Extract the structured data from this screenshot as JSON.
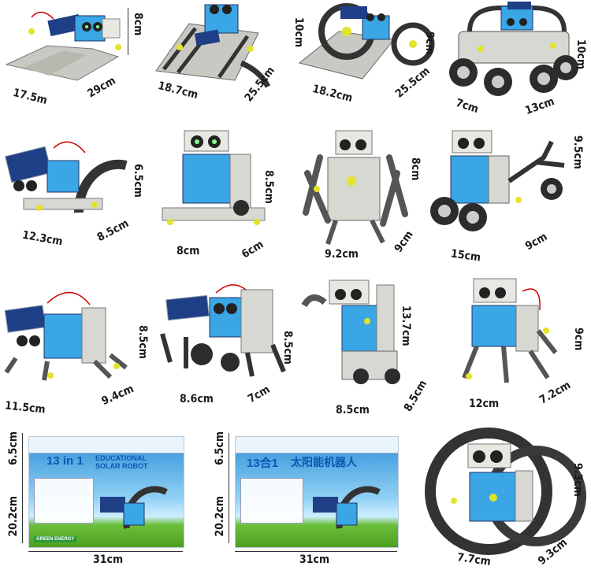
{
  "figure": {
    "cells": [
      {
        "id": "robot-1",
        "dims": [
          "8cm",
          "17.5m",
          "29cm"
        ]
      },
      {
        "id": "robot-2",
        "dims": [
          "18.7cm",
          "25.5cm"
        ]
      },
      {
        "id": "robot-3",
        "dims": [
          "10cm",
          "9cm",
          "18.2cm",
          "25.5cm"
        ]
      },
      {
        "id": "robot-4",
        "dims": [
          "10cm",
          "7cm",
          "13cm"
        ]
      },
      {
        "id": "robot-5",
        "dims": [
          "6.5cm",
          "12.3cm",
          "8.5cm"
        ]
      },
      {
        "id": "robot-6",
        "dims": [
          "8.5cm",
          "8cm",
          "6cm"
        ]
      },
      {
        "id": "robot-7",
        "dims": [
          "8cm",
          "9.2cm",
          "9cm"
        ]
      },
      {
        "id": "robot-8",
        "dims": [
          "9.5cm",
          "15cm",
          "9cm"
        ]
      },
      {
        "id": "robot-9",
        "dims": [
          "8.5cm",
          "11.5cm",
          "9.4cm"
        ]
      },
      {
        "id": "robot-10",
        "dims": [
          "8.5cm",
          "8.6cm",
          "7cm"
        ]
      },
      {
        "id": "robot-11",
        "dims": [
          "13.7cm",
          "8.5cm",
          "8.5cm"
        ]
      },
      {
        "id": "robot-12",
        "dims": [
          "9cm",
          "12cm",
          "7.2cm"
        ]
      },
      {
        "id": "robot-13",
        "dims": [
          "9.3cm",
          "7.7cm",
          "9.3cm"
        ]
      }
    ],
    "boxes": [
      {
        "id": "box-english",
        "dims": [
          "6.5cm",
          "20.2cm",
          "31cm"
        ],
        "title_main": "13 in 1",
        "title_sub": "EDUCATIONAL",
        "title_sub2": "SOLAR ROBOT",
        "bar": "GREEN ENERGY"
      },
      {
        "id": "box-chinese",
        "dims": [
          "6.5cm",
          "20.2cm",
          "31cm"
        ],
        "title_main": "13合1",
        "title_sub": "太阳能机器人",
        "bar": ""
      }
    ]
  },
  "colors": {
    "frame": "#d8d8d2",
    "frame_dark": "#3a3a3a",
    "panel_blue": "#3aa6e6",
    "solar_blue": "#1f3f86",
    "accent_yellow": "#e3e32a",
    "tyre": "#2c2c2c",
    "box_blue": "#0b57b3"
  }
}
